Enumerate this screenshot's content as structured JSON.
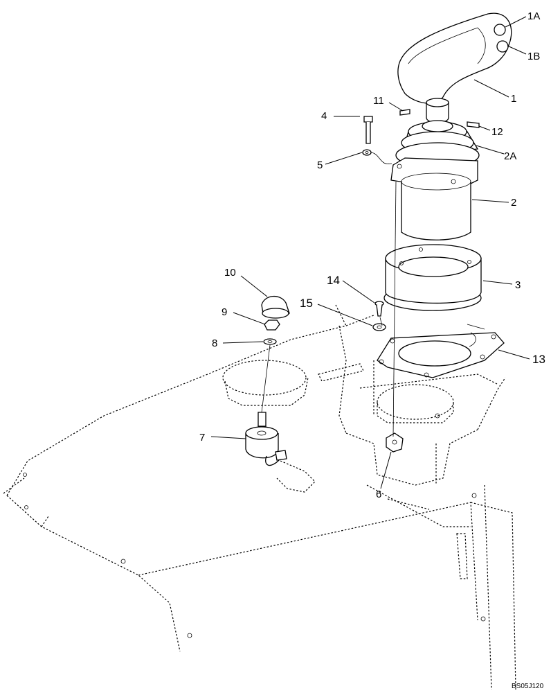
{
  "drawing_code": "BS05J120",
  "callouts": {
    "c1A": "1A",
    "c1B": "1B",
    "c1": "1",
    "c2A": "2A",
    "c2": "2",
    "c3": "3",
    "c4": "4",
    "c5": "5",
    "c6": "6",
    "c7": "7",
    "c8": "8",
    "c9": "9",
    "c10": "10",
    "c11": "11",
    "c12": "12",
    "c13": "13",
    "c14": "14",
    "c15": "15"
  }
}
